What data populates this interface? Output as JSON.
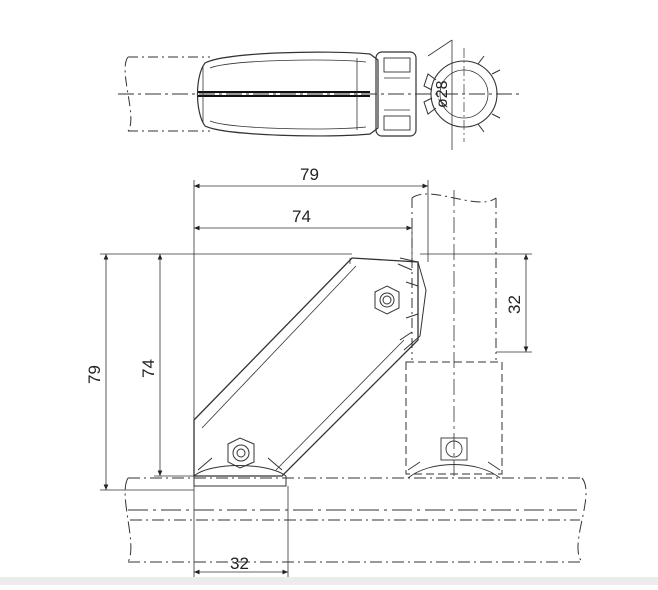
{
  "drawing": {
    "top_view": {
      "diameter_label": "ø28"
    },
    "front_view": {
      "dims": {
        "overall_width": "79",
        "inner_width": "74",
        "overall_height": "79",
        "inner_height": "74",
        "right_offset": "32",
        "bottom_offset": "32"
      }
    }
  }
}
